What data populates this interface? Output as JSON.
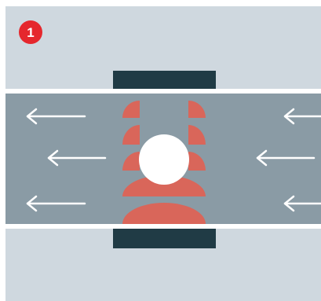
{
  "badge": {
    "number": "1"
  },
  "colors": {
    "background": "#cfd8df",
    "channel": "#8a9ba5",
    "channel_border": "#ffffff",
    "electrode": "#203b45",
    "field": "#d9665a",
    "particle": "#ffffff",
    "arrow": "#ffffff",
    "badge": "#e5272d",
    "badge_text": "#ffffff"
  },
  "flow": {
    "direction": "right-to-left",
    "arrow_rows": 3
  },
  "icons": {
    "badge": "number-badge-icon",
    "arrow": "arrow-left-icon",
    "particle": "circle-particle-icon"
  }
}
